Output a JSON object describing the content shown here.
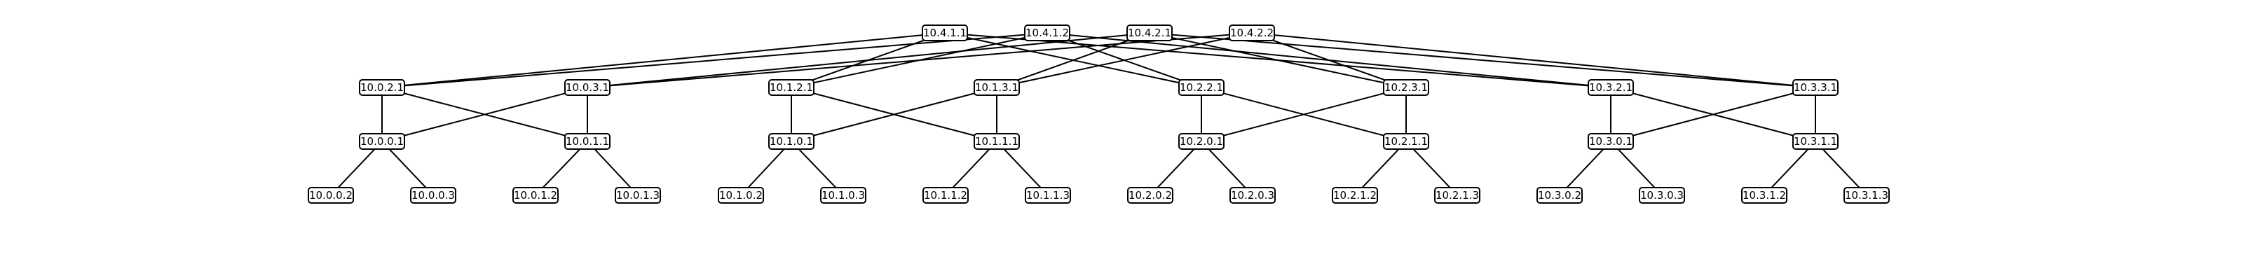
{
  "diagram": {
    "type": "fat-tree-topology",
    "colors": {
      "edge": "#000000",
      "node_border": "#000000",
      "node_fill": "#ffffff",
      "text": "#000000"
    },
    "nodes": [
      "10.4.1.1",
      "10.4.1.2",
      "10.4.2.1",
      "10.4.2.2",
      "10.0.2.1",
      "10.0.3.1",
      "10.1.2.1",
      "10.1.3.1",
      "10.2.2.1",
      "10.2.3.1",
      "10.3.2.1",
      "10.3.3.1",
      "10.0.0.1",
      "10.0.1.1",
      "10.1.0.1",
      "10.1.1.1",
      "10.2.0.1",
      "10.2.1.1",
      "10.3.0.1",
      "10.3.1.1",
      "10.0.0.2",
      "10.0.0.3",
      "10.0.1.2",
      "10.0.1.3",
      "10.1.0.2",
      "10.1.0.3",
      "10.1.1.2",
      "10.1.1.3",
      "10.2.0.2",
      "10.2.0.3",
      "10.2.1.2",
      "10.2.1.3",
      "10.3.0.2",
      "10.3.0.3",
      "10.3.1.2",
      "10.3.1.3"
    ],
    "edges": [
      [
        "10.4.1.1",
        "10.0.2.1"
      ],
      [
        "10.4.1.1",
        "10.1.2.1"
      ],
      [
        "10.4.1.1",
        "10.2.2.1"
      ],
      [
        "10.4.1.1",
        "10.3.2.1"
      ],
      [
        "10.4.1.2",
        "10.0.2.1"
      ],
      [
        "10.4.1.2",
        "10.1.2.1"
      ],
      [
        "10.4.1.2",
        "10.2.2.1"
      ],
      [
        "10.4.1.2",
        "10.3.2.1"
      ],
      [
        "10.4.2.1",
        "10.0.3.1"
      ],
      [
        "10.4.2.1",
        "10.1.3.1"
      ],
      [
        "10.4.2.1",
        "10.2.3.1"
      ],
      [
        "10.4.2.1",
        "10.3.3.1"
      ],
      [
        "10.4.2.2",
        "10.0.3.1"
      ],
      [
        "10.4.2.2",
        "10.1.3.1"
      ],
      [
        "10.4.2.2",
        "10.2.3.1"
      ],
      [
        "10.4.2.2",
        "10.3.3.1"
      ],
      [
        "10.0.2.1",
        "10.0.0.1"
      ],
      [
        "10.0.2.1",
        "10.0.1.1"
      ],
      [
        "10.0.3.1",
        "10.0.0.1"
      ],
      [
        "10.0.3.1",
        "10.0.1.1"
      ],
      [
        "10.1.2.1",
        "10.1.0.1"
      ],
      [
        "10.1.2.1",
        "10.1.1.1"
      ],
      [
        "10.1.3.1",
        "10.1.0.1"
      ],
      [
        "10.1.3.1",
        "10.1.1.1"
      ],
      [
        "10.2.2.1",
        "10.2.0.1"
      ],
      [
        "10.2.2.1",
        "10.2.1.1"
      ],
      [
        "10.2.3.1",
        "10.2.0.1"
      ],
      [
        "10.2.3.1",
        "10.2.1.1"
      ],
      [
        "10.3.2.1",
        "10.3.0.1"
      ],
      [
        "10.3.2.1",
        "10.3.1.1"
      ],
      [
        "10.3.3.1",
        "10.3.0.1"
      ],
      [
        "10.3.3.1",
        "10.3.1.1"
      ],
      [
        "10.0.0.1",
        "10.0.0.2"
      ],
      [
        "10.0.0.1",
        "10.0.0.3"
      ],
      [
        "10.0.1.1",
        "10.0.1.2"
      ],
      [
        "10.0.1.1",
        "10.0.1.3"
      ],
      [
        "10.1.0.1",
        "10.1.0.2"
      ],
      [
        "10.1.0.1",
        "10.1.0.3"
      ],
      [
        "10.1.1.1",
        "10.1.1.2"
      ],
      [
        "10.1.1.1",
        "10.1.1.3"
      ],
      [
        "10.2.0.1",
        "10.2.0.2"
      ],
      [
        "10.2.0.1",
        "10.2.0.3"
      ],
      [
        "10.2.1.1",
        "10.2.1.2"
      ],
      [
        "10.2.1.1",
        "10.2.1.3"
      ],
      [
        "10.3.0.1",
        "10.3.0.2"
      ],
      [
        "10.3.0.1",
        "10.3.0.3"
      ],
      [
        "10.3.1.1",
        "10.3.1.2"
      ],
      [
        "10.3.1.1",
        "10.3.1.3"
      ]
    ]
  }
}
